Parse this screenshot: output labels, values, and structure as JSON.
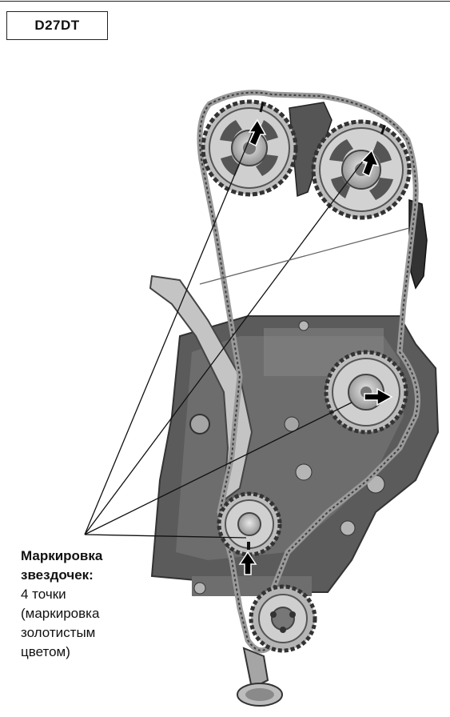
{
  "header": {
    "model": "D27DT"
  },
  "caption": {
    "title_line1": "Маркировка",
    "title_line2": "звездочек:",
    "body_line1": "4  точки",
    "body_line2": "(маркировка",
    "body_line3": "золотистым",
    "body_line4": "цветом)"
  },
  "colors": {
    "metal": "#b9b9b9",
    "metal_dark": "#4a4a4a",
    "chain": "#8c8c8c",
    "arrow": "#000000"
  }
}
